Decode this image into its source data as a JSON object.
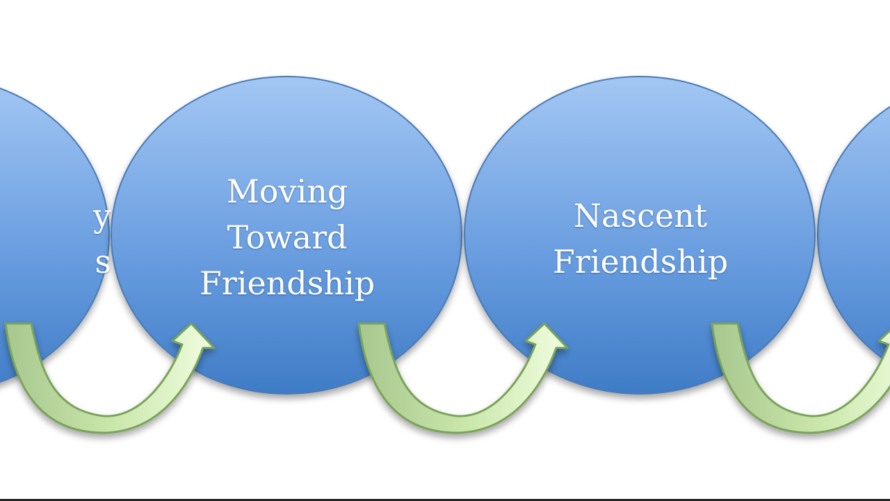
{
  "diagram": {
    "stages": [
      {
        "id": "prior-stage",
        "lines": [
          "y",
          "s"
        ]
      },
      {
        "id": "moving-toward-friendship",
        "lines": [
          "Moving",
          "Toward",
          "Friendship"
        ]
      },
      {
        "id": "nascent-friendship",
        "lines": [
          "Nascent",
          "Friendship"
        ]
      }
    ],
    "colors": {
      "circle_top": "#a3c7f3",
      "circle_bottom": "#3f7cc6",
      "circle_stroke": "#4a7ab5",
      "arrow_light": "#eafbd6",
      "arrow_dark": "#a7c78f",
      "arrow_stroke": "#7aa35a",
      "label": "#ffffff"
    }
  }
}
